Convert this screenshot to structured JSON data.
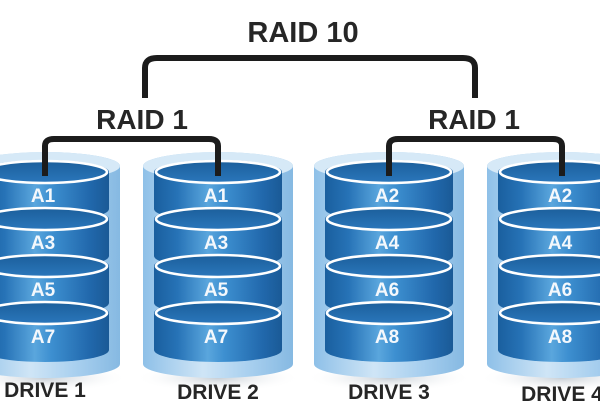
{
  "diagram": {
    "title": "RAID 10",
    "colors": {
      "text": "#262626",
      "bracket": "#1c1c1c",
      "platter_dark": "#1a5f9e",
      "platter_mid": "#2b7cc4",
      "platter_light": "#6fb3e6",
      "shell": "#a9cfee",
      "ring": "#ffffff",
      "block_text": "#f4f8fc"
    },
    "groups": [
      {
        "label": "RAID 1",
        "drives": [
          {
            "label": "DRIVE 1",
            "blocks": [
              "A1",
              "A3",
              "A5",
              "A7"
            ]
          },
          {
            "label": "DRIVE 2",
            "blocks": [
              "A1",
              "A3",
              "A5",
              "A7"
            ]
          }
        ]
      },
      {
        "label": "RAID 1",
        "drives": [
          {
            "label": "DRIVE 3",
            "blocks": [
              "A2",
              "A4",
              "A6",
              "A8"
            ]
          },
          {
            "label": "DRIVE 4",
            "blocks": [
              "A2",
              "A4",
              "A6",
              "A8"
            ]
          }
        ]
      }
    ]
  }
}
